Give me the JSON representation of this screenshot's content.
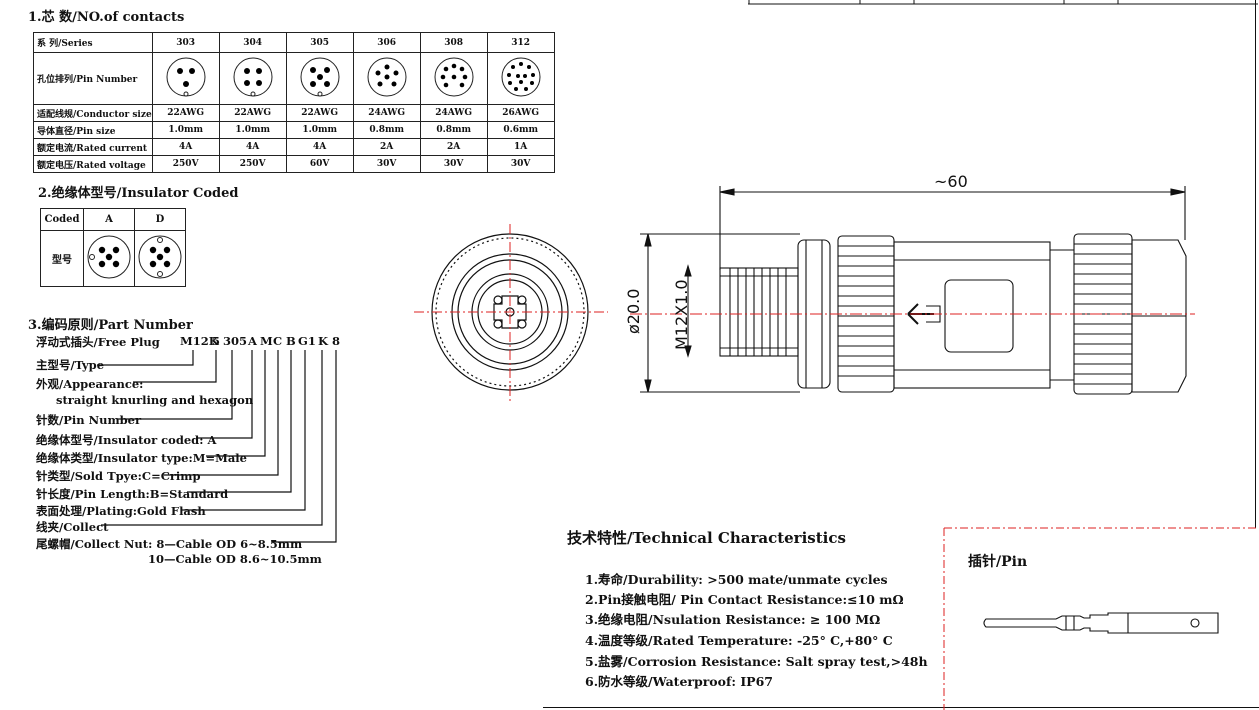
{
  "section1": {
    "title": "1.芯 数/NO.of contacts",
    "series_label": "系 列/Series",
    "series": [
      "303",
      "304",
      "305",
      "306",
      "308",
      "312"
    ],
    "pin_number_label": "孔位排列/Pin Number",
    "rows": [
      {
        "label": "适配线规/Conductor size",
        "values": [
          "22AWG",
          "22AWG",
          "22AWG",
          "24AWG",
          "24AWG",
          "26AWG"
        ]
      },
      {
        "label": "导体直径/Pin size",
        "values": [
          "1.0mm",
          "1.0mm",
          "1.0mm",
          "0.8mm",
          "0.8mm",
          "0.6mm"
        ]
      },
      {
        "label": "额定电流/Rated current",
        "values": [
          "4A",
          "4A",
          "4A",
          "2A",
          "2A",
          "1A"
        ]
      },
      {
        "label": "额定电压/Rated voltage",
        "values": [
          "250V",
          "250V",
          "60V",
          "30V",
          "30V",
          "30V"
        ]
      }
    ]
  },
  "section2": {
    "title": "2.绝缘体型号/Insulator Coded",
    "coded_label": "Coded",
    "codes": [
      "A",
      "D"
    ],
    "type_label": "型号"
  },
  "section3": {
    "title": "3.编码原则/Part Number",
    "free_plug": "浮动式插头/Free Plug",
    "code_chars": [
      "M12K",
      "5",
      "305",
      "A",
      "M",
      "C",
      "B",
      "G1",
      "K",
      "8"
    ],
    "items": [
      "主型号/Type",
      "外观/Appearance:",
      "straight knurling and hexagon",
      "针数/Pin Number",
      "绝缘体型号/Insulator coded: A",
      "绝缘体类型/Insulator type:M=Male",
      "针类型/Sold Tpye:C=Crimp",
      "针长度/Pin Length:B=Standard",
      "表面处理/Plating:Gold Flash",
      "线夹/Collect",
      "尾螺帽/Collect Nut: 8—Cable OD 6~8.5mm",
      "10—Cable OD 8.6~10.5mm"
    ]
  },
  "drawing": {
    "length": "~60",
    "diameter": "ø20.0",
    "thread": "M12X1.0"
  },
  "tech": {
    "title": "技术特性/Technical Characteristics",
    "items": [
      "1.寿命/Durability: >500 mate/unmate cycles",
      "2.Pin接触电阻/ Pin Contact Resistance:≤10 mΩ",
      "3.绝缘电阻/Nsulation Resistance: ≥ 100 MΩ",
      "4.温度等级/Rated Temperature: -25° C,+80° C",
      "5.盐雾/Corrosion Resistance: Salt spray test,>48h",
      "6.防水等级/Waterproof: IP67"
    ]
  },
  "pin_box": {
    "title": "插针/Pin"
  }
}
